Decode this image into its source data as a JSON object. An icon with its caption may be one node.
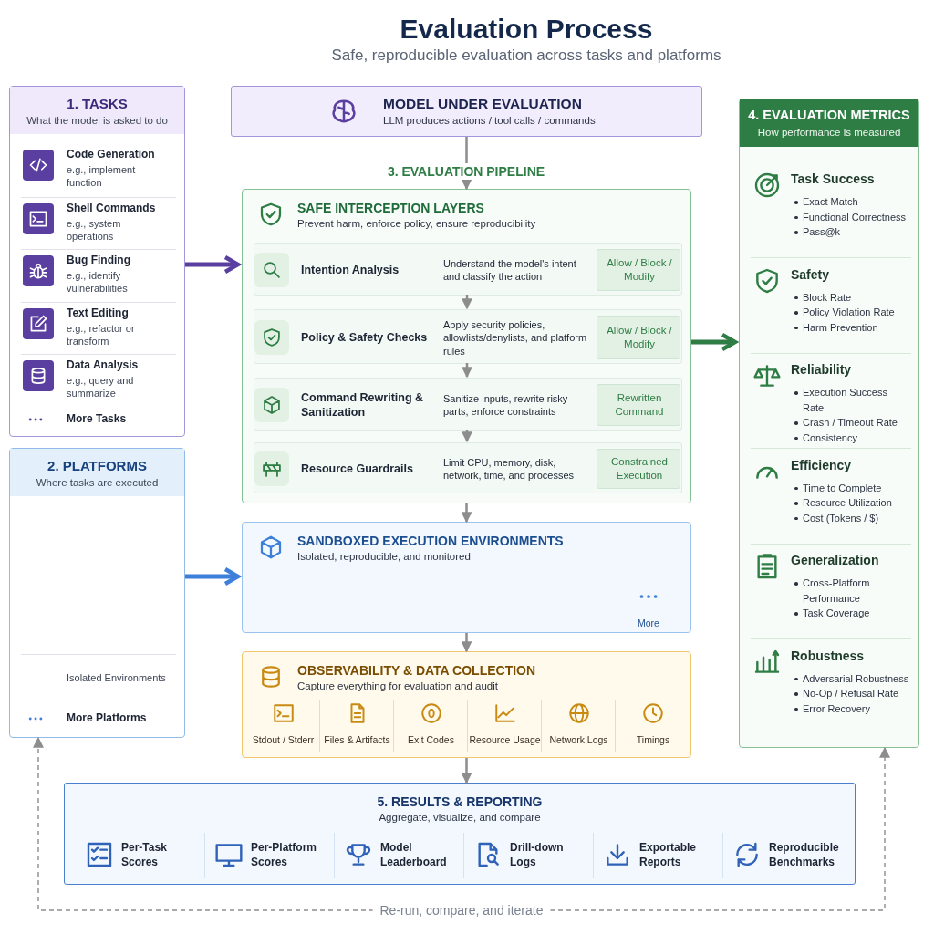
{
  "diagram": {
    "title": "Evaluation Process",
    "nodes": [
      {
        "text": [
          "1. TASKS",
          "What the model is asked to do"
        ]
      },
      {
        "text": [
          "Code Generation",
          "e.g., implement function"
        ],
        "in": 0
      },
      {
        "text": [
          "Shell Commands",
          "e.g., system operations"
        ],
        "in": 0
      },
      {
        "text": [
          "Bug Finding",
          "e.g., identify vulnerabilities"
        ],
        "in": 0
      },
      {
        "text": [
          "Text Editing",
          "e.g., refactor or transform"
        ],
        "in": 0
      },
      {
        "text": [
          "Data Analysis",
          "e.g., query and summarize"
        ],
        "in": 0
      },
      {
        "text": [
          "More Tasks"
        ],
        "in": 0
      },
      {
        "text": [
          "2. PLATFORMS",
          "Where tasks are executed"
        ]
      },
      {
        "text": [
          "Isolated Environments"
        ],
        "in": 7
      },
      {
        "text": [
          "More Platforms"
        ],
        "in": 7
      },
      {
        "text": [
          "MODEL UNDER EVALUATION",
          "LLM produces actions / tool calls / commands"
        ]
      },
      {
        "text": [
          "SAFE INTERCEPTION LAYERS",
          "Prevent harm, enforce policy, ensure reproducibility"
        ]
      },
      {
        "text": [
          "Intention Analysis",
          "Understand the model's intent and classify the action"
        ],
        "in": 11
      },
      {
        "text": [
          "Allow / Block / Modify"
        ],
        "in": 12
      },
      {
        "text": [
          "Policy & Safety Checks",
          "Apply security policies, allowlists/denylists, and platform rules"
        ],
        "in": 11
      },
      {
        "text": [
          "Allow / Block / Modify"
        ],
        "in": 14
      },
      {
        "text": [
          "Command Rewriting & Sanitization",
          "Sanitize inputs, rewrite risky parts, enforce constraints"
        ],
        "in": 11
      },
      {
        "text": [
          "Rewritten Command"
        ],
        "in": 16
      },
      {
        "text": [
          "Resource Guardrails",
          "Limit CPU, memory, disk, network, time, and processes"
        ],
        "in": 11
      },
      {
        "text": [
          "Constrained Execution"
        ],
        "in": 18
      },
      {
        "text": [
          "SANDBOXED EXECUTION ENVIRONMENTS",
          "Isolated, reproducible, and monitored"
        ]
      },
      {
        "text": [
          "More"
        ],
        "in": 20
      },
      {
        "text": [
          "OBSERVABILITY & DATA COLLECTION",
          "Capture everything for evaluation and audit"
        ]
      },
      {
        "text": [
          "Stdout / Stderr"
        ],
        "in": 22
      },
      {
        "text": [
          "Files & Artifacts"
        ],
        "in": 22
      },
      {
        "text": [
          "Exit Codes"
        ],
        "in": 22
      },
      {
        "text": [
          "Resource Usage"
        ],
        "in": 22
      },
      {
        "text": [
          "Network Logs"
        ],
        "in": 22
      },
      {
        "text": [
          "Timings"
        ],
        "in": 22
      },
      {
        "text": [
          "4. EVALUATION METRICS",
          "How performance is measured"
        ]
      },
      {
        "text": [
          "Task Success",
          "Exact Match",
          "Functional Correctness",
          "Pass@k"
        ],
        "in": 29
      },
      {
        "text": [
          "Safety",
          "Block Rate",
          "Policy Violation Rate",
          "Harm Prevention"
        ],
        "in": 29
      },
      {
        "text": [
          "Reliability",
          "Execution Success Rate",
          "Crash / Timeout Rate",
          "Consistency"
        ],
        "in": 29
      },
      {
        "text": [
          "Efficiency",
          "Time to Complete",
          "Resource Utilization",
          "Cost (Tokens / $)"
        ],
        "in": 29
      },
      {
        "text": [
          "Generalization",
          "Cross-Platform Performance",
          "Task Coverage"
        ],
        "in": 29
      },
      {
        "text": [
          "Robustness",
          "Adversarial Robustness",
          "No-Op / Refusal Rate",
          "Error Recovery"
        ],
        "in": 29
      },
      {
        "text": [
          "5. RESULTS & REPORTING",
          "Aggregate, visualize, and compare"
        ]
      },
      {
        "text": [
          "Per-Task Scores"
        ],
        "in": 36
      },
      {
        "text": [
          "Per-Platform Scores"
        ],
        "in": 36
      },
      {
        "text": [
          "Model Leaderboard"
        ],
        "in": 36
      },
      {
        "text": [
          "Drill-down Logs"
        ],
        "in": 36
      },
      {
        "text": [
          "Exportable Reports"
        ],
        "in": 36
      },
      {
        "text": [
          "Reproducible Benchmarks"
        ],
        "in": 36
      }
    ],
    "edges": [
      {
        "from": 0,
        "to": 11,
        "arrow": "to",
        "style": "thick",
        "color": "#5b3fa0"
      },
      {
        "from": 7,
        "to": 20,
        "arrow": "to",
        "style": "thick",
        "color": "#3d7fd9"
      },
      {
        "from": 11,
        "to": 29,
        "arrow": "to",
        "style": "thick",
        "color": "#2e7d44"
      },
      {
        "from": 10,
        "to": 11,
        "arrow": "to"
      },
      {
        "from": 12,
        "to": 14,
        "arrow": "to"
      },
      {
        "from": 14,
        "to": 16,
        "arrow": "to"
      },
      {
        "from": 16,
        "to": 18,
        "arrow": "to"
      },
      {
        "from": 11,
        "to": 20,
        "arrow": "to"
      },
      {
        "from": 20,
        "to": 22,
        "arrow": "to"
      },
      {
        "from": 22,
        "to": 36,
        "arrow": "to"
      },
      {
        "from": 29,
        "to": 7,
        "arrow": "both",
        "style": "dashed",
        "label": "Re-run, compare, and iterate"
      }
    ],
    "labels": [
      "Safe, reproducible evaluation across tasks and platforms",
      "3. EVALUATION PIPELINE"
    ]
  }
}
